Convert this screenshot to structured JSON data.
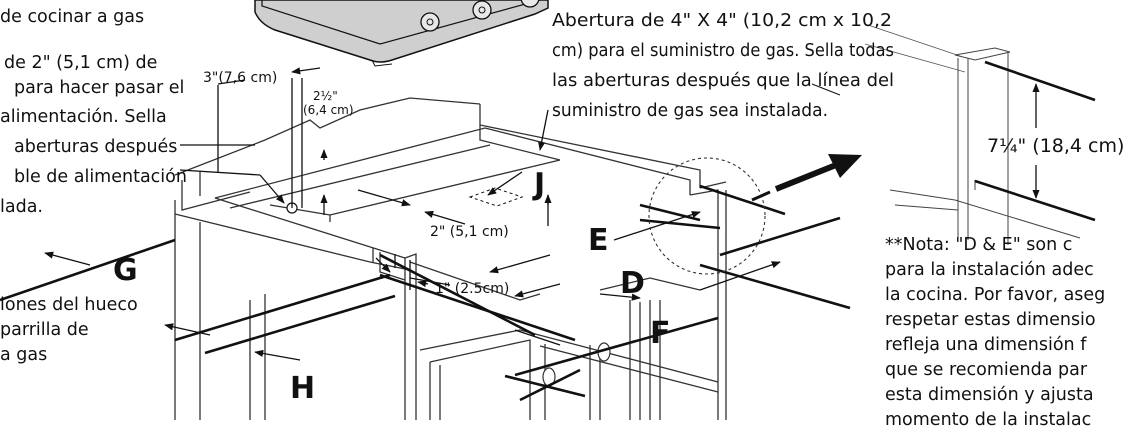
{
  "notes": {
    "left_top_line": "de cocinar a gas",
    "left_hole_lines": [
      "de 2\" (5,1 cm) de",
      "para hacer pasar el",
      "alimentación. Sella",
      "aberturas después",
      "ble de alimentación",
      "lada."
    ],
    "left_bottom_lines": [
      "iones del hueco",
      "parrilla de",
      "a gas"
    ],
    "gas_opening_lines": [
      "Abertura de 4\" X 4\" (10,2 cm x 10,2",
      "cm) para el suministro de gas. Sella todas",
      "las aberturas después que la línea del",
      "suministro de gas sea instalada."
    ],
    "right_note_lines": [
      "**Nota: \"D & E\" son c",
      "para la instalación adec",
      "la cocina. Por favor, aseg",
      "respetar estas dimensio",
      "refleja una dimensión f",
      "que se recomienda par",
      "esta dimensión y ajusta",
      "momento de la instalac"
    ]
  },
  "dimensions": {
    "d3in": "3\"(7,6 cm)",
    "d2half_in": "2½\"",
    "d2half_cm": "(6,4 cm)",
    "d2in": "2\" (5,1 cm)",
    "d1in": "1\" (2.5cm)",
    "d7quarter": "7¼\" (18,4 cm)"
  },
  "letters": {
    "j": "J",
    "e": "E",
    "d": "D",
    "g": "G",
    "f": "F",
    "h": "H"
  }
}
